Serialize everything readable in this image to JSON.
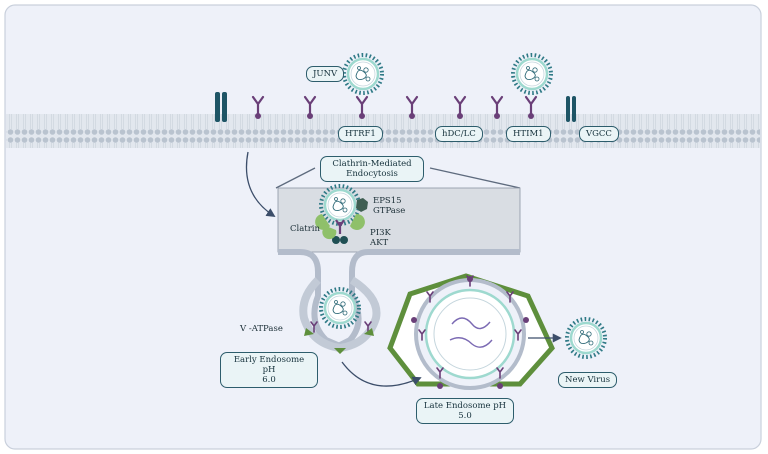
{
  "labels": {
    "junv": "JUNV",
    "htrf1": "HTRF1",
    "hdc_lc": "hDC/LC",
    "htim1": "HTIM1",
    "vgcc": "VGCC",
    "cme_line1": "Clathrin-Mediated",
    "cme_line2": "Endocytosis",
    "eps15": "EPS15",
    "gtpase": "GTPase",
    "clatrin": "Clatrin",
    "pi3k": "PI3K",
    "akt": "AKT",
    "v_atpase": "V -ATPase",
    "early_line1": "Early Endosome pH",
    "early_line2": "6.0",
    "late_line1": "Late Endosome pH",
    "late_line2": "5.0",
    "new_virus": "New Virus"
  },
  "colors": {
    "background": "#eef1f9",
    "membrane_head": "#b9c3cf",
    "membrane_tail": "#e2e7ee",
    "receptor": "#6a3f78",
    "channel": "#1e5566",
    "virus_spike": "#2f7a86",
    "virus_ring": "#9ed9cf",
    "clathrin_green": "#8fc06a",
    "endosome_green": "#5e8f3c",
    "arrow": "#3c4e6a",
    "label_fill": "#eaf4f6",
    "label_border": "#2d5d6c"
  },
  "icons": [
    "virus-particle-icon",
    "receptor-y-icon",
    "ion-channel-icon",
    "clathrin-coat-icon",
    "pi3k-akt-icon",
    "eps15-blob-icon"
  ]
}
